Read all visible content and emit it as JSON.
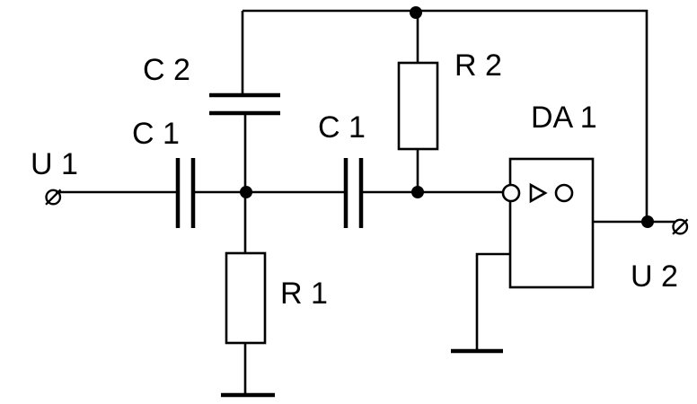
{
  "labels": {
    "u1": "U 1",
    "u2": "U 2",
    "c1_left": "C 1",
    "c1_right": "C 1",
    "c2": "C 2",
    "r1": "R 1",
    "r2": "R 2",
    "da1": "DA 1"
  },
  "terminal_symbol": "⌀"
}
